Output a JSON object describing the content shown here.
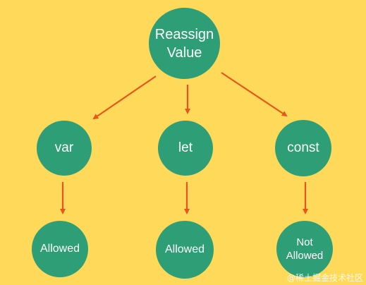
{
  "colors": {
    "background": "#FFDA5A",
    "node": "#2E9E76",
    "node_text": "#FFFFFF",
    "arrow": "#E8551C"
  },
  "nodes": {
    "root": "Reassign Value",
    "var": "var",
    "let": "let",
    "const": "const",
    "var_result": "Allowed",
    "let_result": "Allowed",
    "const_result": "Not Allowed"
  },
  "watermark": "@稀土掘金技术社区"
}
